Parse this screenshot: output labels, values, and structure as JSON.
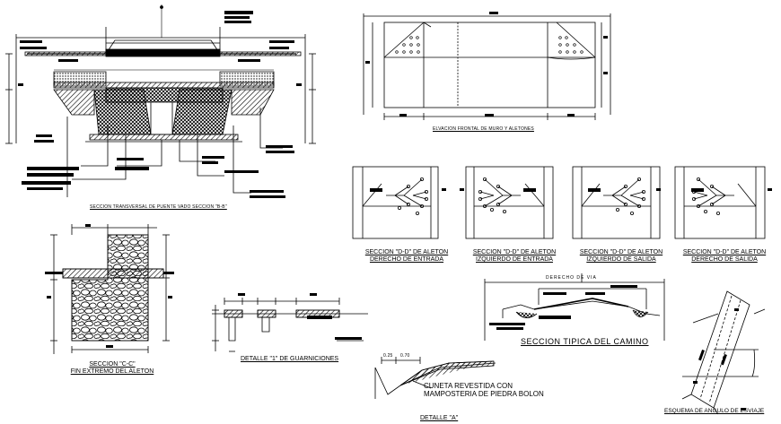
{
  "labels": {
    "sec_transversal": "SECCION TRANSVERSAL DE PUENTE VADO  SECCION \"B-B\"",
    "elev_frontal": "ELVACION FRONTAL DE MURO Y ALETONES",
    "sec_dd_1a": "SECCION \"D-D\" DE ALETON",
    "sec_dd_1b": "DERECHO DE ENTRADA",
    "sec_dd_2a": "SECCION \"D-D\" DE ALETON",
    "sec_dd_2b": "IZQUIERDO DE ENTRADA",
    "sec_dd_3a": "SECCION \"D-D\" DE ALETON",
    "sec_dd_3b": "IZQUIERDO DE SALIDA",
    "sec_dd_4a": "SECCION \"D-D\" DE ALETON",
    "sec_dd_4b": "DERECHO DE SALIDA",
    "sec_cc_a": "SECCION \"C-C\"",
    "sec_cc_b": "FIN EXTREMO DEL ALETON",
    "det_guarn": "DETALLE \"1\" DE GUARNICIONES",
    "cuneta_a": "CUNETA REVESTIDA CON",
    "cuneta_b": "MAMPOSTERIA DE PIEDRA BOLON",
    "det_a": "DETALLE \"A\"",
    "sec_tipica": "SECCION TIPICA DEL CAMINO",
    "esquema": "ESQUEMA DE ANGULO DE ESVIAJE",
    "derecho_via": "DERECHO DE VIA",
    "dim_a": "0.25",
    "dim_b": "0.70"
  },
  "colors": {
    "ink": "#000000",
    "paper": "#ffffff"
  }
}
